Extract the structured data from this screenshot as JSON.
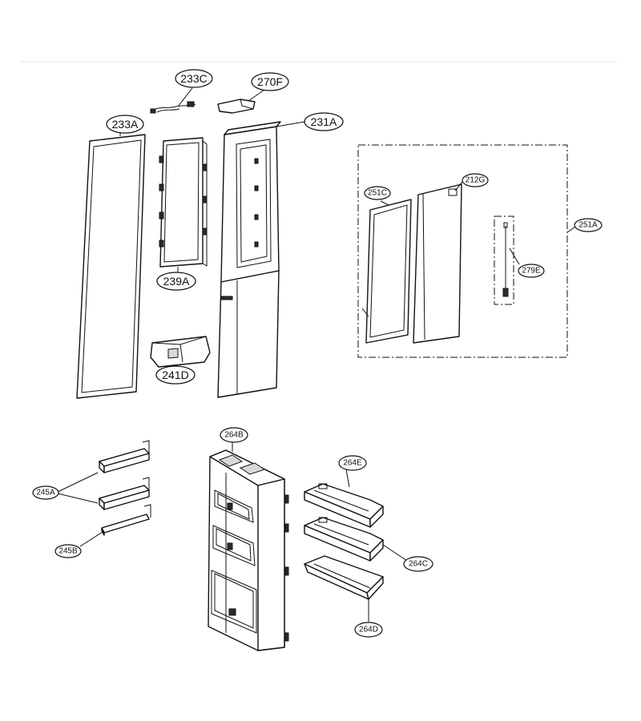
{
  "callouts": {
    "c233C": "233C",
    "c270F": "270F",
    "c233A": "233A",
    "c231A": "231A",
    "c239A": "239A",
    "c241D": "241D",
    "c251C": "251C",
    "c212G": "212G",
    "c251A": "251A",
    "c279E": "279E",
    "c264B": "264B",
    "c264E": "264E",
    "c245A": "245A",
    "c245B": "245B",
    "c264C": "264C",
    "c264D": "264D"
  }
}
